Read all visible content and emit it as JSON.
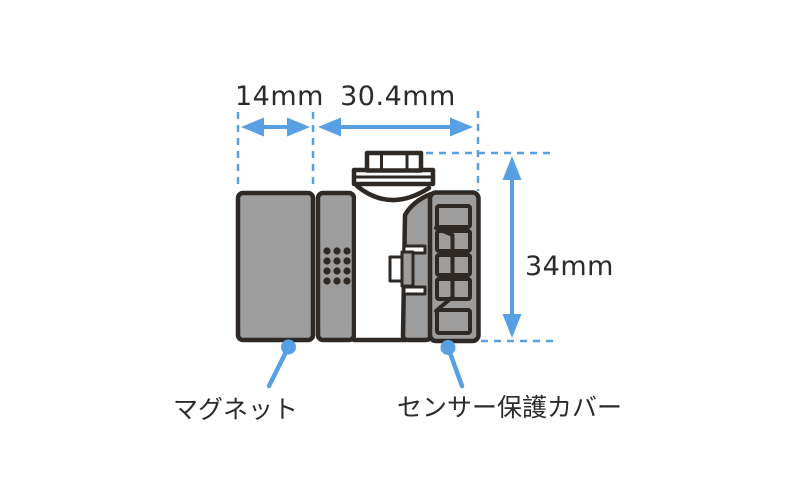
{
  "figure": {
    "type": "technical-dimension-diagram",
    "dims": {
      "magnet_width": "14mm",
      "body_width": "30.4mm",
      "height": "34mm"
    },
    "labels": {
      "magnet": "マグネット",
      "sensor_cover": "センサー保護カバー"
    },
    "colors": {
      "dimension_blue": "#58a0e4",
      "device_gray": "#9d9d9d",
      "outline_dark": "#2e2925",
      "text_dark": "#2b2b2b",
      "device_white": "#ffffff",
      "background": "#ffffff"
    }
  }
}
